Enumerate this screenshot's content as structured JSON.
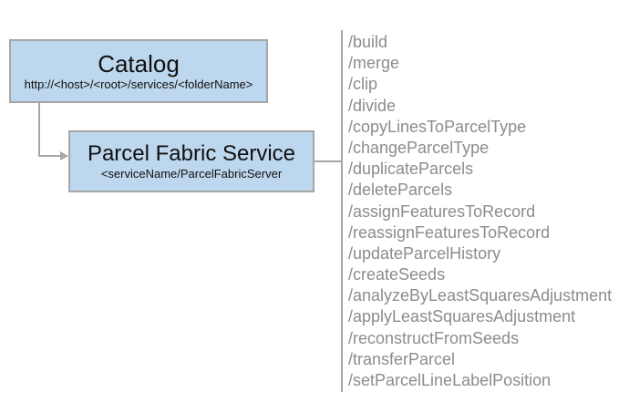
{
  "diagram": {
    "catalog": {
      "title": "Catalog",
      "subtitle": "http://<host>/<root>/services/<folderName>"
    },
    "service": {
      "title": "Parcel Fabric Service",
      "subtitle": "<serviceName/ParcelFabricServer"
    },
    "endpoints": [
      "/build",
      "/merge",
      "/clip",
      "/divide",
      "/copyLinesToParcelType",
      "/changeParcelType",
      "/duplicateParcels",
      "/deleteParcels",
      "/assignFeaturesToRecord",
      "/reassignFeaturesToRecord",
      "/updateParcelHistory",
      "/createSeeds",
      "/analyzeByLeastSquaresAdjustment",
      "/applyLeastSquaresAdjustment",
      "/reconstructFromSeeds",
      "/transferParcel",
      "/setParcelLineLabelPosition"
    ],
    "colors": {
      "box_fill": "#BDD7EE",
      "box_border": "#A6A6A6",
      "connector": "#A6A6A6",
      "endpoint_text": "#8C8C8C",
      "title_text": "#111111"
    }
  }
}
